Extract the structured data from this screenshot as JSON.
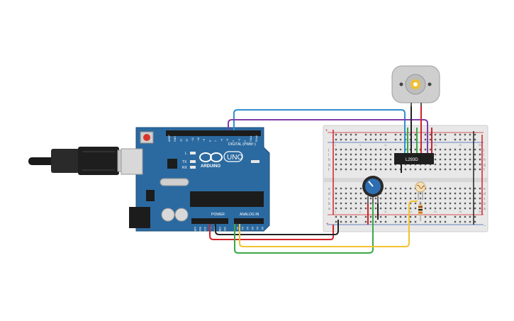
{
  "arduino": {
    "brand": "ARDUINO",
    "model": "UNO",
    "digital_header": "DIGITAL (PWM~)",
    "power_label": "POWER",
    "analog_label": "ANALOG IN",
    "led_l": "L",
    "led_tx": "TX",
    "led_rx": "RX",
    "digital_pins": [
      "AREF",
      "GND",
      "13",
      "12",
      "~11",
      "~10",
      "~9",
      "8",
      "7",
      "~6",
      "~5",
      "4",
      "~3",
      "2",
      "TX▸1",
      "RX◂0"
    ],
    "power_pins": [
      "IOREF",
      "RESET",
      "3V3",
      "5V",
      "GND",
      "GND",
      "VIN"
    ],
    "analog_pins": [
      "A0",
      "A1",
      "A2",
      "A3",
      "A4",
      "A5"
    ]
  },
  "breadboard": {
    "columns_start": 1,
    "columns_end": 30,
    "row_letters_top": [
      "j",
      "i",
      "h",
      "g",
      "f"
    ],
    "row_letters_bottom": [
      "e",
      "d",
      "c",
      "b",
      "a"
    ],
    "rail_plus": "+",
    "rail_minus": "-"
  },
  "chip": {
    "label": "L293D"
  },
  "colors": {
    "wire_blue": "#2f8fcf",
    "wire_purple": "#7e3fa8",
    "wire_red": "#d0232a",
    "wire_black": "#222222",
    "wire_green": "#3aa845",
    "wire_yellow": "#f2c22e",
    "board_blue": "#2b6aa0",
    "breadboard": "#e8e8e8"
  }
}
